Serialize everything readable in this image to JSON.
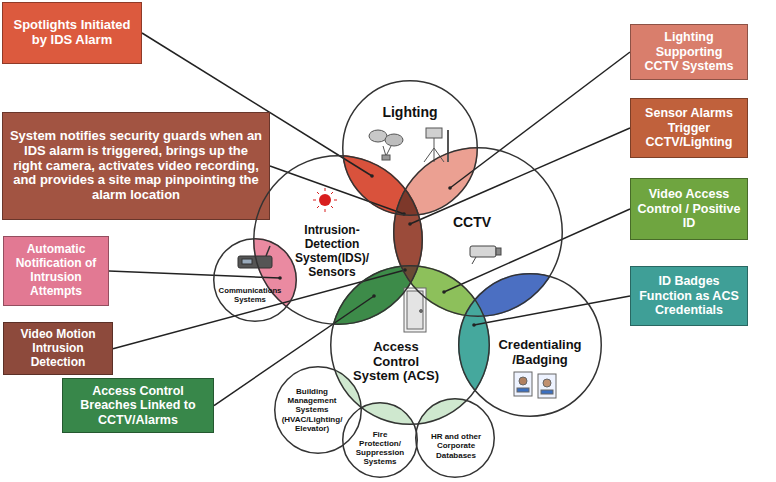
{
  "diagram": {
    "nodes": [
      {
        "text": [
          "Spotlights Initiated by IDS Alarm"
        ]
      },
      {
        "text": [
          "Lighting Supporting CCTV Systems"
        ]
      },
      {
        "text": [
          "Lighting"
        ]
      },
      {
        "text": [
          "System notifies security guards when an IDS alarm is triggered, brings up the right camera, activates video recording, and provides a site map pinpointing the alarm location"
        ]
      },
      {
        "text": [
          "Sensor Alarms Trigger CCTV/Lighting"
        ]
      },
      {
        "text": [
          "Video Access Control / Positive ID"
        ]
      },
      {
        "text": [
          "Intrusion-Detection System(IDS)/ Sensors"
        ]
      },
      {
        "text": [
          "CCTV"
        ]
      },
      {
        "text": [
          "Automatic Notification of Intrusion Attempts"
        ]
      },
      {
        "text": [
          "Communications Systems"
        ]
      },
      {
        "text": [
          "ID Badges Function as ACS Credentials"
        ]
      },
      {
        "text": [
          "Video Motion Intrusion Detection"
        ]
      },
      {
        "text": [
          "Access Control System (ACS)"
        ]
      },
      {
        "text": [
          "Credentialing /Badging"
        ]
      },
      {
        "text": [
          "Access Control Breaches Linked to CCTV/Alarms"
        ]
      },
      {
        "text": [
          "Building Management Systems (HVAC/Lighting/ Elevator)"
        ]
      },
      {
        "text": [
          "Fire Protection/ Suppression Systems"
        ]
      },
      {
        "text": [
          "HR and other Corporate Databases"
        ]
      }
    ]
  }
}
